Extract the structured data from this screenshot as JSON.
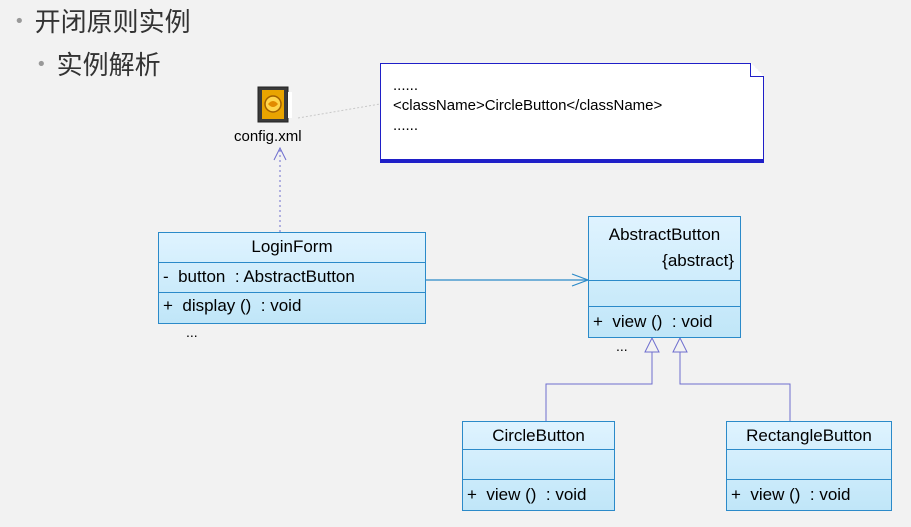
{
  "slide": {
    "title": "开闭原则实例",
    "subtitle": "实例解析",
    "bullet_symbol": "•"
  },
  "file": {
    "label": "config.xml",
    "icon": "xml-file-icon"
  },
  "note": {
    "lines": [
      "......",
      "<className>CircleButton</className>",
      "......"
    ]
  },
  "classes": {
    "loginform": {
      "name": "LoginForm",
      "attributes": [
        "-  button  : AbstractButton"
      ],
      "operations": [
        "+  display ()  : void"
      ],
      "trailing": "..."
    },
    "abstractbutton": {
      "name": "AbstractButton",
      "stereotype": "{abstract}",
      "attributes": [],
      "operations": [
        "+  view ()  : void"
      ],
      "trailing": "..."
    },
    "circlebutton": {
      "name": "CircleButton",
      "attributes": [],
      "operations": [
        "+  view ()  : void"
      ]
    },
    "rectanglebutton": {
      "name": "RectangleButton",
      "attributes": [],
      "operations": [
        "+  view ()  : void"
      ]
    }
  },
  "colors": {
    "class_border": "#2b8ac9",
    "connector": "#6e6ecf",
    "note_border": "#1f1fc8"
  }
}
